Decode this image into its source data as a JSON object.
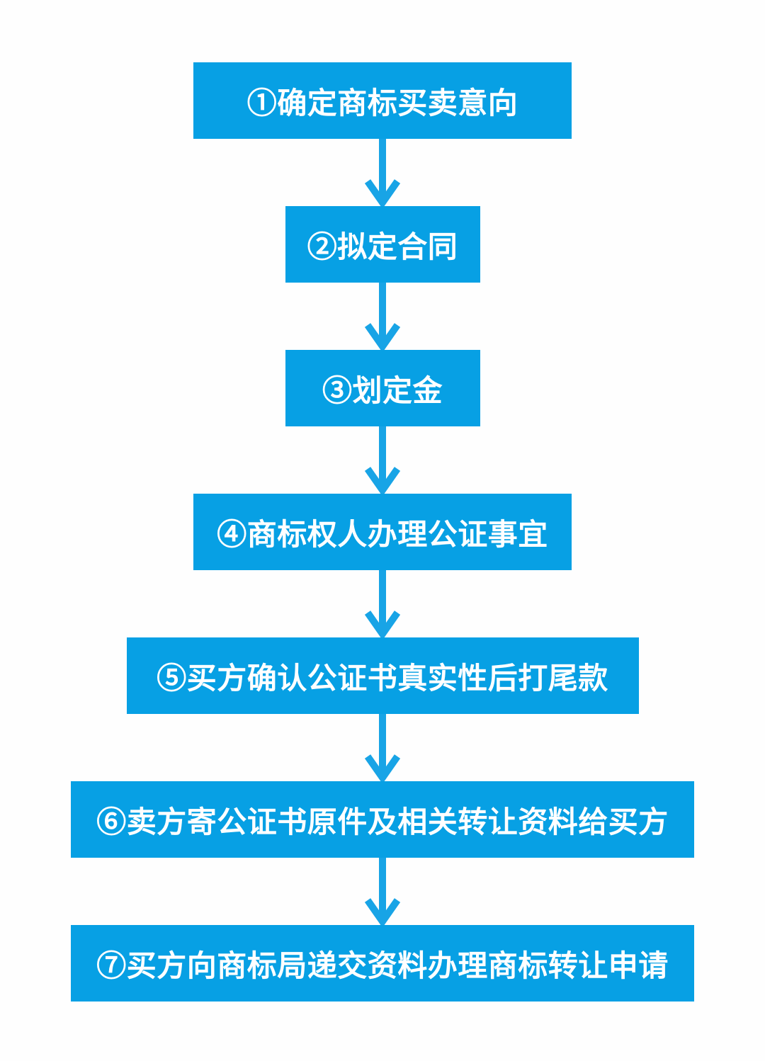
{
  "diagram": {
    "type": "flowchart",
    "direction": "top-down",
    "box_color": "#07a0e4",
    "arrow_color": "#18a4e6",
    "text_color": "#ffffff",
    "background_color": "#fefefe",
    "steps": [
      {
        "id": "1",
        "label": "①确定商标买卖意向"
      },
      {
        "id": "2",
        "label": "②拟定合同"
      },
      {
        "id": "3",
        "label": "③划定金"
      },
      {
        "id": "4",
        "label": "④商标权人办理公证事宜"
      },
      {
        "id": "5",
        "label": "⑤买方确认公证书真实性后打尾款"
      },
      {
        "id": "6",
        "label": "⑥卖方寄公证书原件及相关转让资料给买方"
      },
      {
        "id": "7",
        "label": "⑦买方向商标局递交资料办理商标转让申请"
      }
    ]
  }
}
